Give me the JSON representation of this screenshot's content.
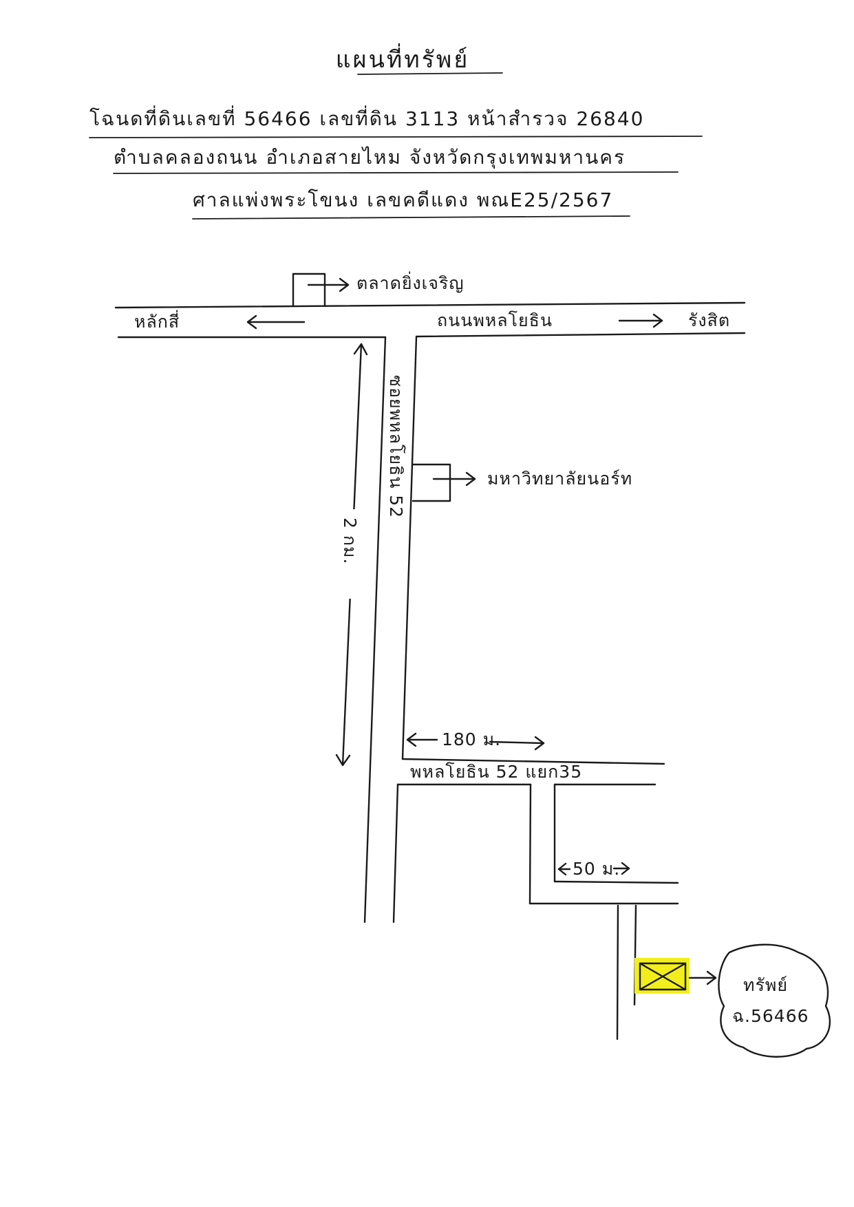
{
  "header": {
    "title": "แผนที่ทรัพย์",
    "line1": "โฉนดที่ดินเลขที่ 56466 เลขที่ดิน 3113 หน้าสำรวจ 26840",
    "line2": "ตำบลคลองถนน อำเภอสายไหม จังหวัดกรุงเทพมหานคร",
    "line3": "ศาลแพ่งพระโขนง เลขคดีแดง พณE25/2567"
  },
  "map": {
    "main_road": "ถนนพหลโยธิน",
    "dir_left": "หลักสี่",
    "dir_right": "รังสิต",
    "landmark_market": "ตลาดยิ่งเจริญ",
    "landmark_university": "มหาวิทยาลัยนอร์ท",
    "soi_name": "ซอยพหลโยธิน 52",
    "distance_soi": "2 กม.",
    "distance_branch": "180 ม.",
    "branch_road": "พหลโยธิน 52 แยก35",
    "distance_lane": "50 ม.",
    "property_label": "ทรัพย์",
    "property_deed": "ฉ.56466"
  },
  "colors": {
    "ink": "#1a1a1a",
    "property_highlight": "#f2ee1c"
  },
  "icons": {
    "property_marker": "x-box-icon",
    "arrows": "arrow-icon"
  }
}
